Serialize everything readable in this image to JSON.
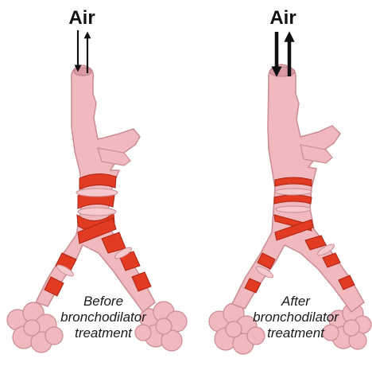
{
  "panels": [
    {
      "air_label": "Air",
      "caption": [
        "Before",
        "bronchodilator",
        "treatment"
      ]
    },
    {
      "air_label": "Air",
      "caption": [
        "After",
        "bronchodilator",
        "treatment"
      ]
    }
  ],
  "colors": {
    "airway": "#f1b8bd",
    "airway_edge": "#c98c93",
    "muscle": "#e33a22",
    "muscle_edge": "#a82514",
    "arrow": "#111111"
  }
}
